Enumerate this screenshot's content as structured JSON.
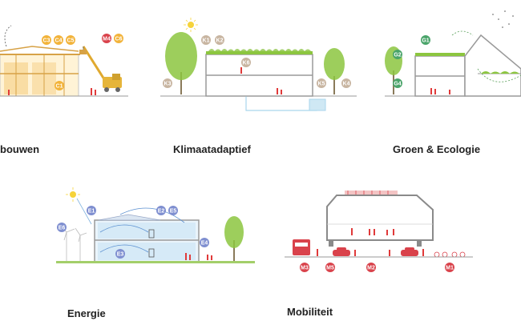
{
  "panels": {
    "bouwen": {
      "title": "bouwen",
      "codes": [
        "C3",
        "C4",
        "C5",
        "C1",
        "M4",
        "C6"
      ]
    },
    "klimaat": {
      "title": "Klimaatadaptief",
      "codes": [
        "K1",
        "K2",
        "K6",
        "K3",
        "K5",
        "K4"
      ]
    },
    "groen": {
      "title": "Groen & Ecologie",
      "codes": [
        "G1",
        "G2",
        "G4"
      ]
    },
    "energie": {
      "title": "Energie",
      "codes": [
        "E1",
        "E2",
        "E5",
        "E6",
        "E4",
        "E3"
      ]
    },
    "mobiliteit": {
      "title": "Mobiliteit",
      "codes": [
        "M3",
        "M5",
        "M2",
        "M1"
      ]
    }
  },
  "colors": {
    "orange_badge": "#f2b33a",
    "red_badge": "#d9424b",
    "tan_badge": "#c8b5a1",
    "green_badge": "#4aa46a",
    "blue_badge": "#7f8fd0",
    "tree": "#8cc63f",
    "water": "#a9d6ec",
    "figures": "#e03a3a"
  }
}
